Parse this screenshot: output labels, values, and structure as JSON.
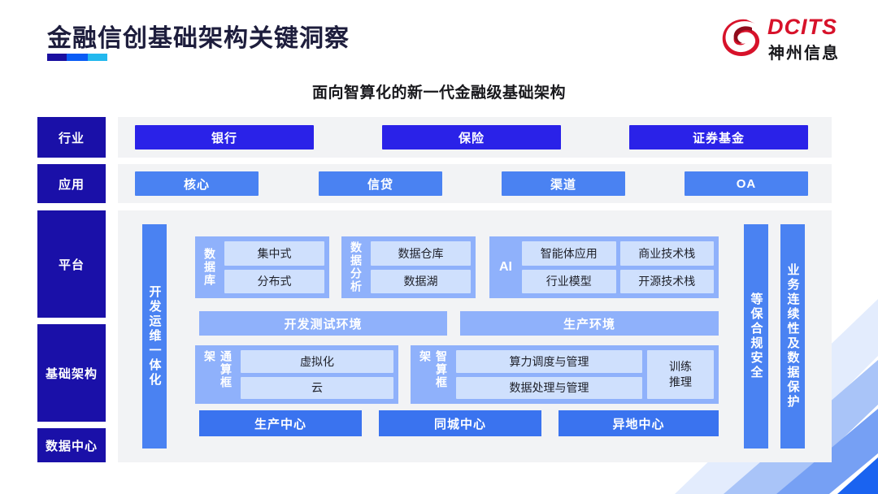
{
  "header": {
    "title": "金融信创基础架构关键洞察",
    "logo": {
      "mark_name": "dcits-swirl-logo",
      "en": "DCITS",
      "cn": "神州信息",
      "brand_color": "#d7122a"
    },
    "accent_bar": [
      "#1a0fa0",
      "#0a5cf5",
      "#23b8ee"
    ]
  },
  "subtitle": "面向智算化的新一代金融级基础架构",
  "sidebar": {
    "items": [
      {
        "label": "行业"
      },
      {
        "label": "应用"
      },
      {
        "label": "平台"
      },
      {
        "label": "基础架构"
      },
      {
        "label": "数据中心"
      }
    ],
    "color": "#1a10a8"
  },
  "industry_row": {
    "color": "#2a22e8",
    "items": [
      {
        "label": "银行"
      },
      {
        "label": "保险"
      },
      {
        "label": "证券基金"
      }
    ]
  },
  "application_row": {
    "color": "#4a82f2",
    "items": [
      {
        "label": "核心"
      },
      {
        "label": "信贷"
      },
      {
        "label": "渠道"
      },
      {
        "label": "OA"
      }
    ]
  },
  "vertical_bars": {
    "devops": "开发运维一体化",
    "security": "等保合规安全",
    "continuity": "业务连续性及数据保护",
    "color": "#4a82f2"
  },
  "platform": {
    "database": {
      "label": "数据库",
      "items": [
        "集中式",
        "分布式"
      ]
    },
    "data_analysis": {
      "label": "数据分析",
      "items": [
        "数据仓库",
        "数据湖"
      ]
    },
    "ai": {
      "label": "AI",
      "items": [
        "智能体应用",
        "商业技术栈",
        "行业模型",
        "开源技术栈"
      ]
    },
    "environments": [
      {
        "label": "开发测试环境"
      },
      {
        "label": "生产环境"
      }
    ],
    "group_color": "#8fb1fb",
    "sub_color": "#cfe0fd"
  },
  "infrastructure": {
    "general_compute": {
      "label": "通算框架",
      "items": [
        "虚拟化",
        "云"
      ]
    },
    "smart_compute": {
      "label": "智算框架",
      "items": [
        "算力调度与管理",
        "数据处理与管理"
      ],
      "side_box_line1": "训练",
      "side_box_line2": "推理"
    }
  },
  "data_center": {
    "color": "#3a73ef",
    "items": [
      {
        "label": "生产中心"
      },
      {
        "label": "同城中心"
      },
      {
        "label": "异地中心"
      }
    ]
  }
}
